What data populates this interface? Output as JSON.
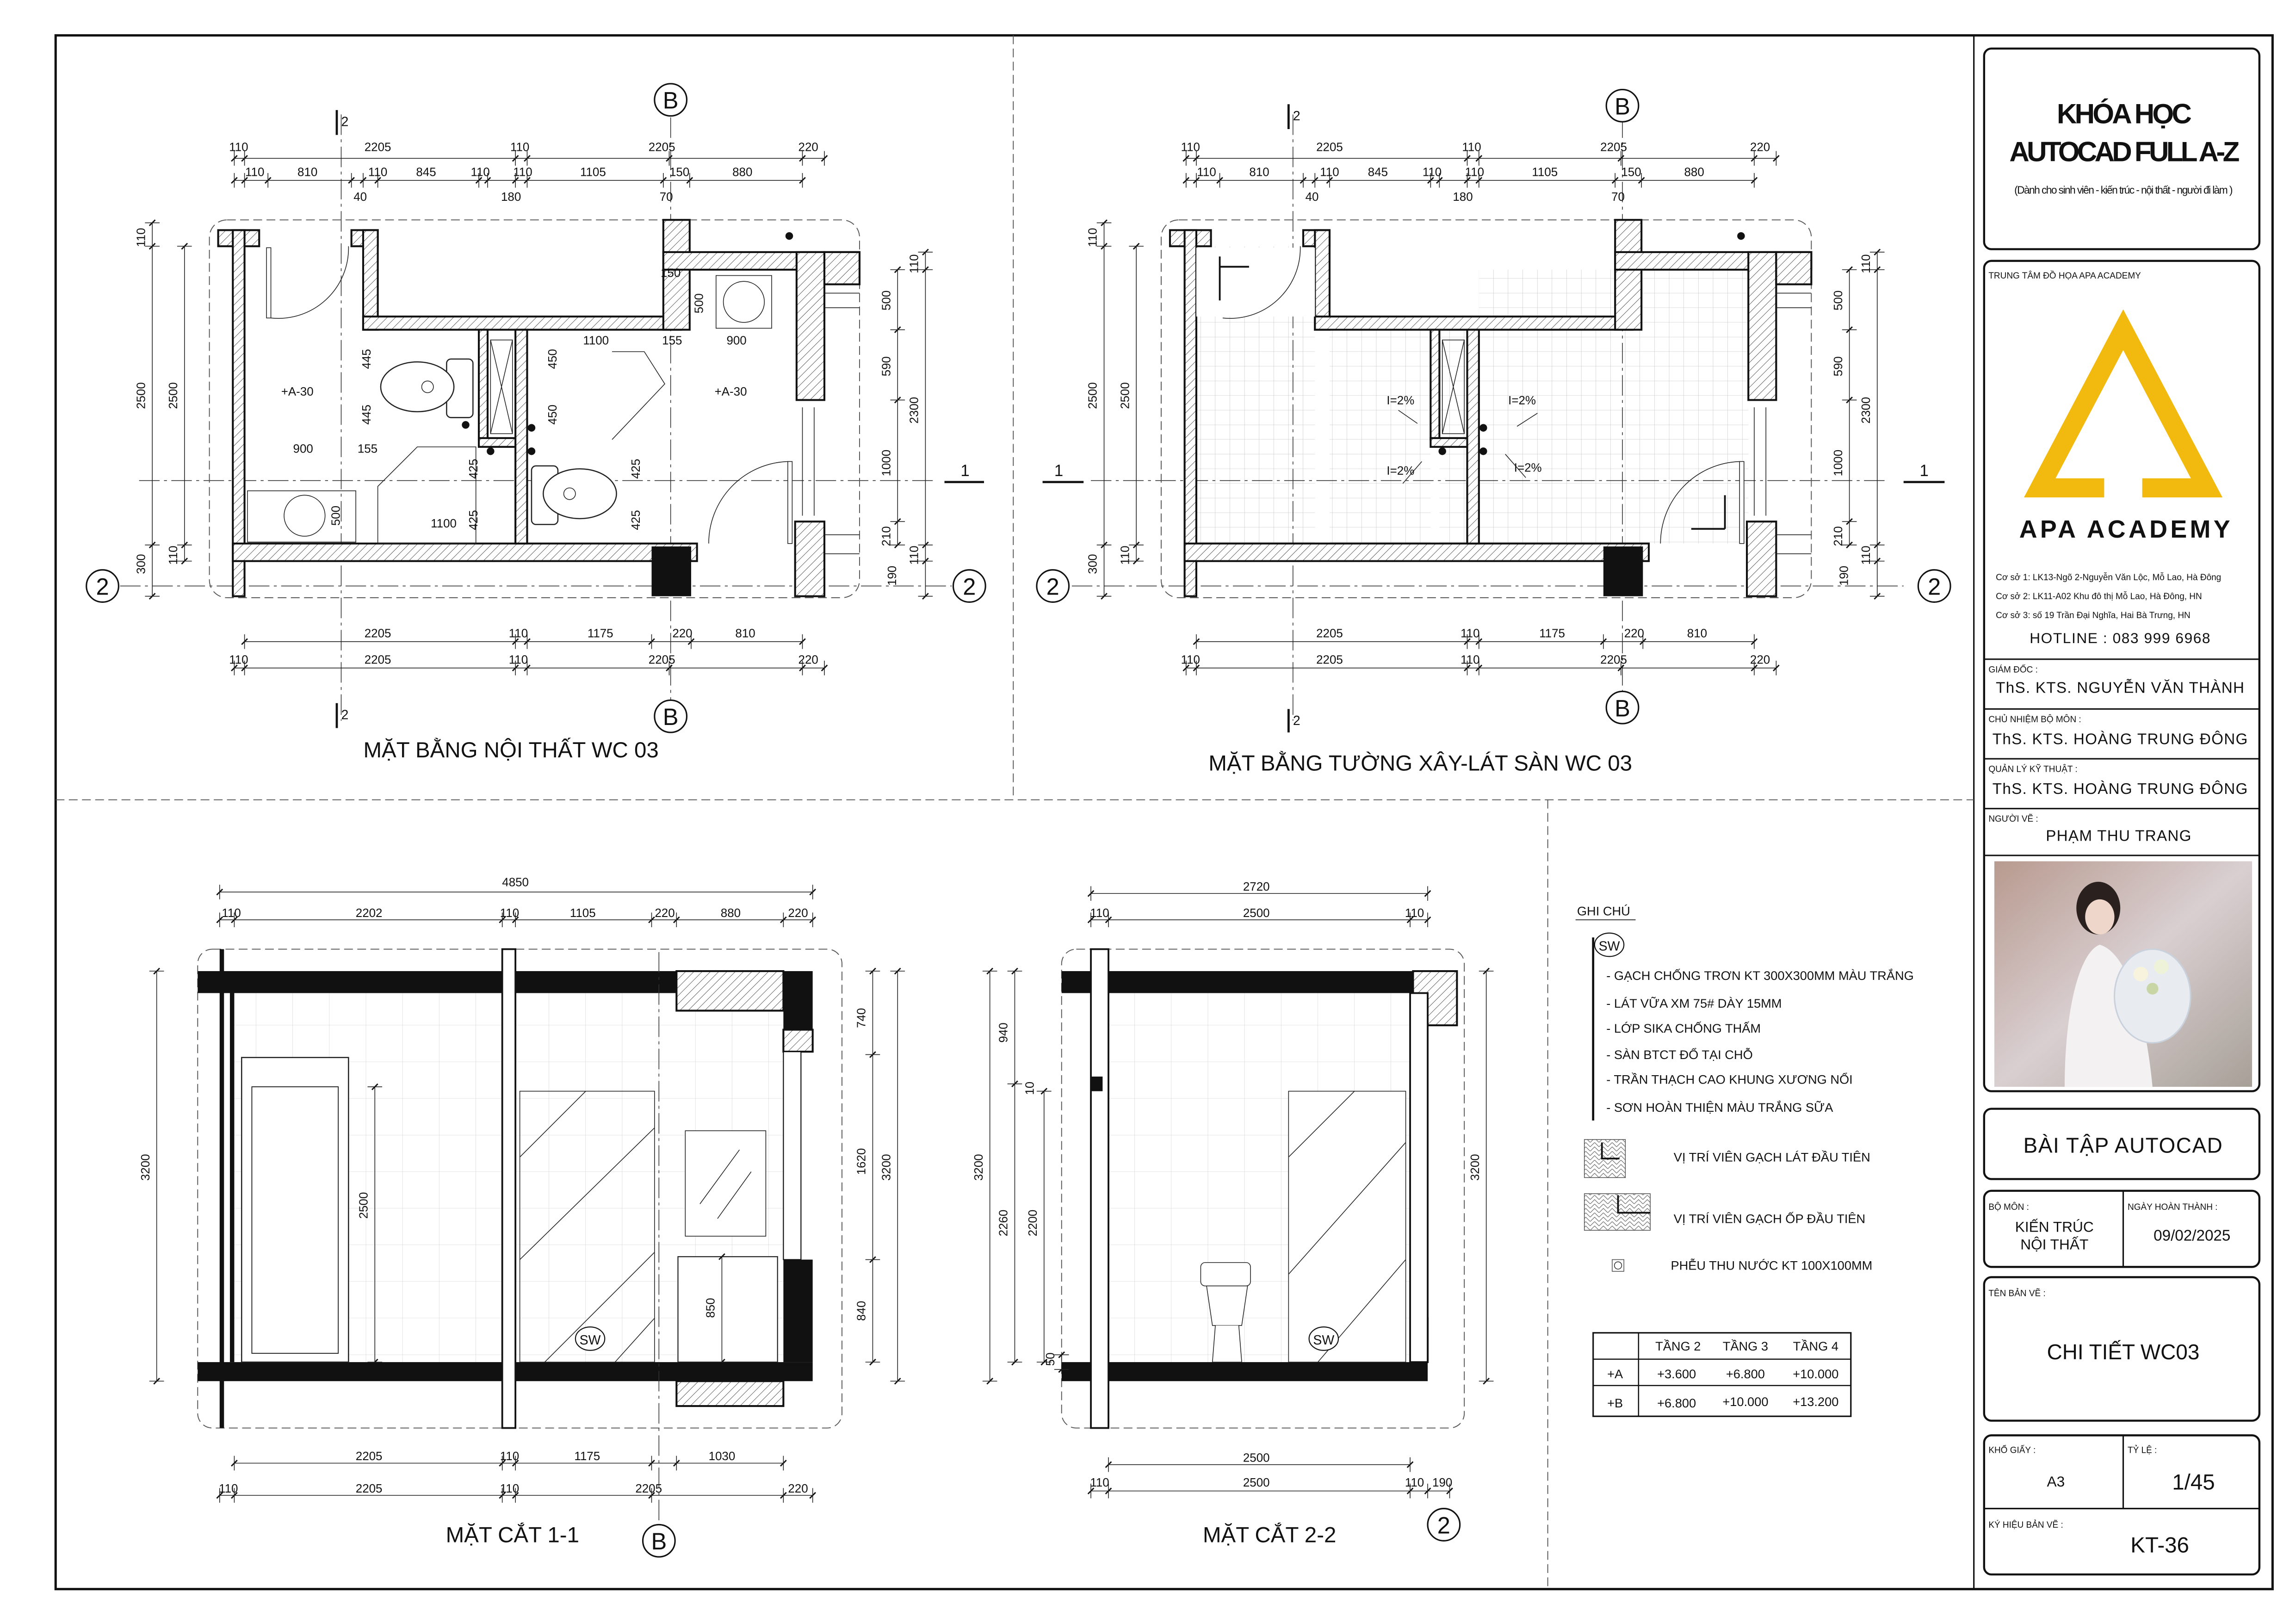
{
  "plan_interior": {
    "title": "MẶT BẰNG NỘI THẤT WC 03",
    "grid_b": "B",
    "grid_2": "2",
    "grid_1": "1",
    "section_mark": "2",
    "level_tags": [
      "+A-30",
      "+A-30"
    ],
    "dims": [
      "110",
      "2205",
      "110",
      "2205",
      "220",
      "110",
      "810",
      "110",
      "845",
      "110",
      "110",
      "1105",
      "150",
      "880",
      "40",
      "180",
      "70",
      "110",
      "2500",
      "300",
      "2500",
      "110",
      "110",
      "500",
      "590",
      "2300",
      "1000",
      "210",
      "110",
      "190",
      "2205",
      "110",
      "1175",
      "220",
      "810",
      "110",
      "2205",
      "110",
      "2205",
      "220",
      "445",
      "445",
      "450",
      "450",
      "1100",
      "155",
      "900",
      "500",
      "150",
      "900",
      "155",
      "425",
      "425",
      "425",
      "425",
      "1100",
      "500"
    ]
  },
  "plan_floor": {
    "title": "MẶT BẰNG TƯỜNG XÂY-LÁT SÀN WC 03",
    "grid_b": "B",
    "grid_2": "2",
    "grid_1": "1",
    "section_mark": "2",
    "slopes": [
      "I=2%",
      "I=2%",
      "I=2%",
      "I=2%"
    ],
    "dims": [
      "110",
      "2205",
      "110",
      "2205",
      "220",
      "110",
      "810",
      "110",
      "845",
      "110",
      "110",
      "1105",
      "150",
      "880",
      "40",
      "180",
      "70",
      "110",
      "2500",
      "300",
      "2500",
      "110",
      "110",
      "500",
      "590",
      "2300",
      "1000",
      "210",
      "110",
      "190",
      "2205",
      "110",
      "1175",
      "220",
      "810",
      "110",
      "2205",
      "110",
      "2205",
      "220"
    ]
  },
  "section_1": {
    "title": "MẶT CẮT 1-1",
    "grid_b": "B",
    "tag": "SW",
    "dims": [
      "4850",
      "110",
      "2202",
      "110",
      "1105",
      "220",
      "880",
      "220",
      "3200",
      "2500",
      "740",
      "1620",
      "3200",
      "840",
      "850",
      "2205",
      "110",
      "1175",
      "1030",
      "110",
      "2205",
      "110",
      "2205",
      "220"
    ]
  },
  "section_2": {
    "title": "MẶT CẮT 2-2",
    "grid_2": "2",
    "tag": "SW",
    "dims": [
      "2720",
      "110",
      "2500",
      "110",
      "940",
      "10",
      "3200",
      "2260",
      "2200",
      "50",
      "3200",
      "2500",
      "110",
      "2500",
      "110",
      "190"
    ]
  },
  "notes": {
    "heading": "GHI CHÚ",
    "tag": "SW",
    "items": [
      "- GẠCH CHỐNG TRƠN KT 300X300MM MÀU TRẮNG",
      "- LÁT VỮA XM 75# DÀY 15MM",
      "- LỚP SIKA CHỐNG THẤM",
      "- SÀN BTCT ĐỔ TẠI CHỖ",
      "- TRẦN THẠCH CAO KHUNG XƯƠNG NỔI",
      "- SƠN HOÀN THIỆN MÀU TRẮNG SỮA"
    ],
    "legend": [
      "VỊ TRÍ VIÊN GẠCH LÁT ĐẦU TIÊN",
      "VỊ TRÍ VIÊN GẠCH ỐP ĐẦU TIÊN",
      "PHỄU THU NƯỚC KT 100X100MM"
    ],
    "level_table": {
      "headers": [
        "",
        "TẦNG 2",
        "TẦNG 3",
        "TẦNG 4"
      ],
      "rows": [
        [
          "+A",
          "+3.600",
          "+6.800",
          "+10.000"
        ],
        [
          "+B",
          "+6.800",
          "+10.000",
          "+13.200"
        ]
      ]
    }
  },
  "title_block": {
    "course_line1": "KHÓA HỌC",
    "course_line2": "AUTOCAD FULL A-Z",
    "course_sub": "(Dành cho sinh viên  - kiến trúc - nội thất - người đi làm )",
    "center_label": "TRUNG TÂM ĐỒ HỌA APA ACADEMY",
    "brand": "APA ACADEMY",
    "brand_color": "#F2B90F",
    "addresses": [
      "Cơ sở 1: LK13-Ngõ 2-Nguyễn Văn Lộc, Mỗ Lao, Hà Đông",
      "Cơ sở 2: LK11-A02 Khu đô thị Mỗ Lao, Hà Đông, HN",
      "Cơ sở 3: số 19 Trần Đại Nghĩa, Hai Bà Trưng, HN"
    ],
    "hotline": "HOTLINE : 083 999 6968",
    "roles": [
      {
        "label": "GIÁM ĐỐC :",
        "name": "ThS. KTS. NGUYỄN VĂN THÀNH"
      },
      {
        "label": "CHỦ NHIỆM BỘ MÔN :",
        "name": "ThS. KTS. HOÀNG TRUNG ĐÔNG"
      },
      {
        "label": "QUẢN LÝ KỸ THUẬT :",
        "name": "ThS. KTS. HOÀNG TRUNG ĐÔNG"
      },
      {
        "label": "NGƯỜI VẼ :",
        "name": "PHẠM THU TRANG"
      }
    ],
    "assignment": "BÀI TẬP AUTOCAD",
    "department_label": "BỘ MÔN :",
    "department_line1": "KIẾN TRÚC",
    "department_line2": "NỘI THẤT",
    "date_label": "NGÀY HOÀN THÀNH :",
    "date": "09/02/2025",
    "drawing_name_label": "TÊN BẢN VẼ :",
    "drawing_name": "CHI TIẾT WC03",
    "paper_label": "KHỔ GIẤY :",
    "paper": "A3",
    "scale_label": "TỶ LỆ :",
    "scale": "1/45",
    "code_label": "KÝ HIỆU BẢN VẼ :",
    "code": "KT-36"
  }
}
